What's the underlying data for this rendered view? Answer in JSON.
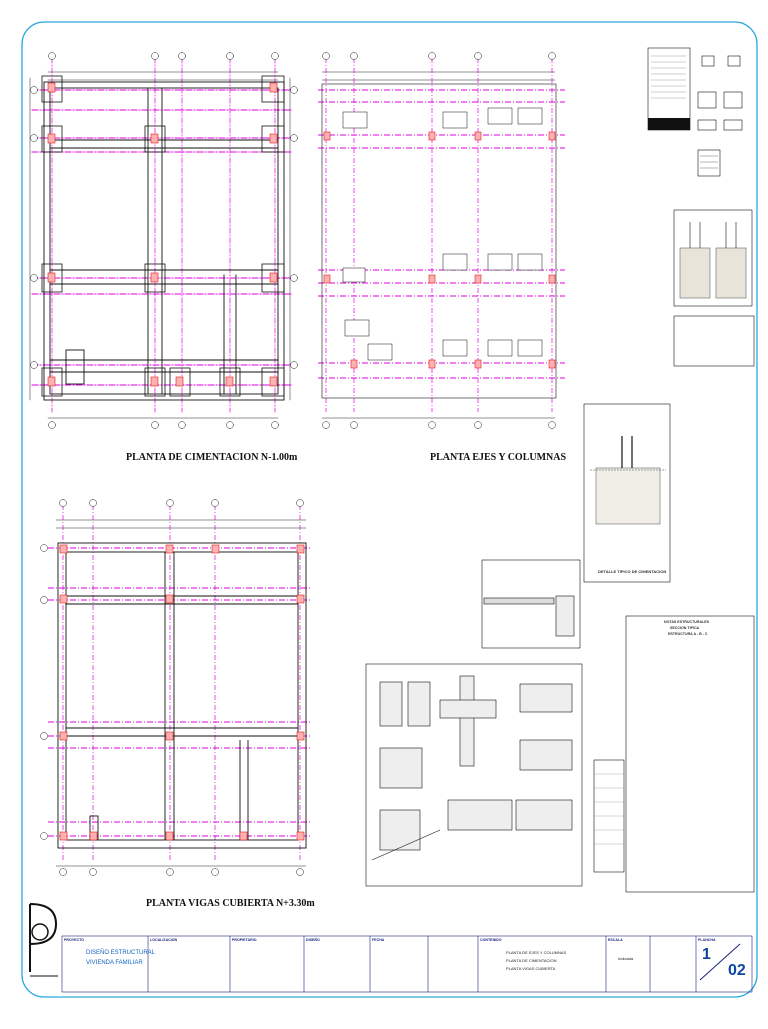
{
  "plans": {
    "foundation_title": "PLANTA DE CIMENTACION N-1.00m",
    "axes_title": "PLANTA EJES Y COLUMNAS",
    "roof_title": "PLANTA VIGAS CUBIERTA N+3.30m"
  },
  "details": {
    "foundation_detail": "DETALLE TIPICO DE CIMENTACION",
    "notes_header_1": "NOTAS ESTRUCTURALES",
    "notes_header_2": "SECCION TIPICA",
    "notes_header_3": "ESTRUCTURA A - B - C"
  },
  "title_block": {
    "project_label": "PROYECTO",
    "project_name": "DISEÑO ESTRUCTURAL",
    "project_sub": "VIVIENDA FAMILIAR",
    "location_label": "LOCALIZACION",
    "owner_label": "PROPIETARIO",
    "design_label": "DISEÑO",
    "date_label": "FECHA",
    "content_label": "CONTENIDO",
    "content_line1": "PLANTA DE EJES Y COLUMNAS",
    "content_line2": "PLANTA DE CIMENTACION",
    "content_line3": "PLANTA VIGAS CUBIERTA",
    "scale_label": "ESCALA",
    "scale_value": "Indicada",
    "sheet_label": "PLANCHA",
    "sheet_number": "1",
    "sheet_total": "02"
  },
  "colors": {
    "axis": "#e000e0",
    "column": "#e02020",
    "line": "#111111",
    "frame": "#2aa8e0"
  }
}
